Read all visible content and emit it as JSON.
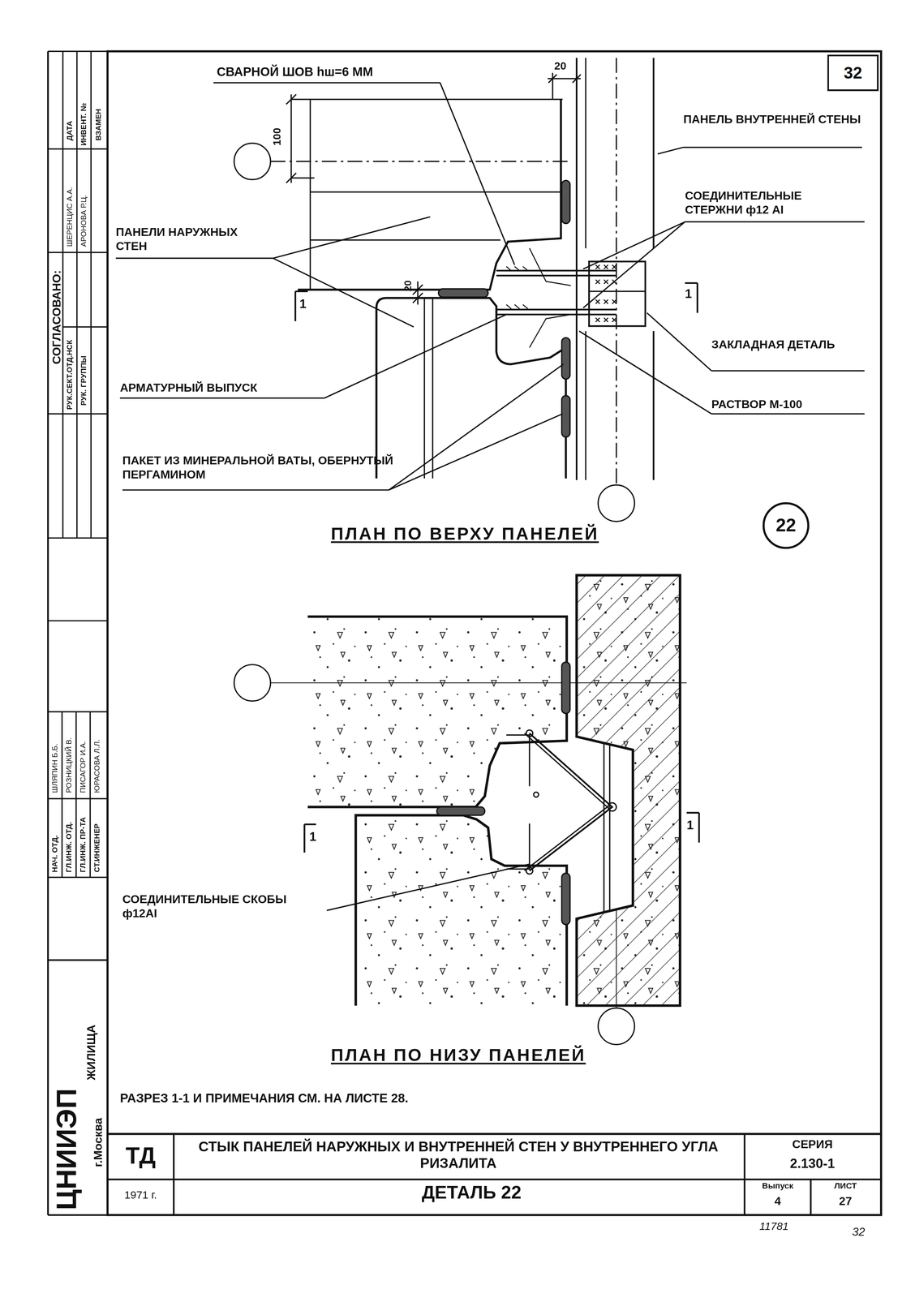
{
  "diagram": {
    "nodes": [
      {
        "text": [
          "32"
        ]
      },
      {
        "text": [
          "22"
        ]
      }
    ],
    "labels": [
      "СВАРНОЙ ШОВ hш=6 ММ",
      "20",
      "100",
      "ПАНЕЛЬ ВНУТРЕННЕЙ СТЕНЫ",
      "СОЕДИНИТЕЛЬНЫЕ СТЕРЖНИ ф12 АI",
      "ПАНЕЛИ НАРУЖНЫХ СТЕН",
      "20",
      "1",
      "1",
      "ЗАКЛАДНАЯ ДЕТАЛЬ",
      "АРМАТУРНЫЙ ВЫПУСК",
      "РАСТВОР М-100",
      "ПАКЕТ ИЗ МИНЕРАЛЬНОЙ ВАТЫ, ОБЕРНУТЫЙ ПЕРГАМИНОМ",
      "ПЛАН ПО ВЕРХУ ПАНЕЛЕЙ",
      "1",
      "1",
      "СОЕДИНИТЕЛЬНЫЕ СКОБЫ ф12АI",
      "ПЛАН ПО НИЗУ ПАНЕЛЕЙ",
      "РАЗРЕЗ 1-1 И ПРИМЕЧАНИЯ СМ. НА ЛИСТЕ 28.",
      "ТД",
      "СТЫК ПАНЕЛЕЙ НАРУЖНЫХ И ВНУТРЕННЕЙ СТЕН У ВНУТРЕННЕГО УГЛА РИЗАЛИТА",
      "СЕРИЯ",
      "2.130-1",
      "1971 г.",
      "ДЕТАЛЬ 22",
      "Выпуск",
      "4",
      "ЛИСТ",
      "27",
      "11781",
      "32",
      "СОГЛАСОВАНО:",
      "РУК.СЕКТ.ОТД.НСК",
      "РУК. ГРУППЫ",
      "ШЕРЕНЦИС А.А.",
      "АРОНОВА Р.Ц.",
      "ДАТА",
      "ИНВЕНТ. №",
      "ВЗАМЕН",
      "НАЧ. ОТД.",
      "ГЛ.ИНЖ. ОТД.",
      "ГЛ.ИНЖ. ПР-ТА",
      "СТ.ИНЖЕНЕР",
      "ШЛЯПИН Б.Б.",
      "РОЗНИЦКИЙ В.",
      "ПИСАГОР И.А.",
      "ЮРАСОВА Л.Л.",
      "ЦНИИЭП",
      "ЖИЛИЩА",
      "г.Москва"
    ]
  }
}
